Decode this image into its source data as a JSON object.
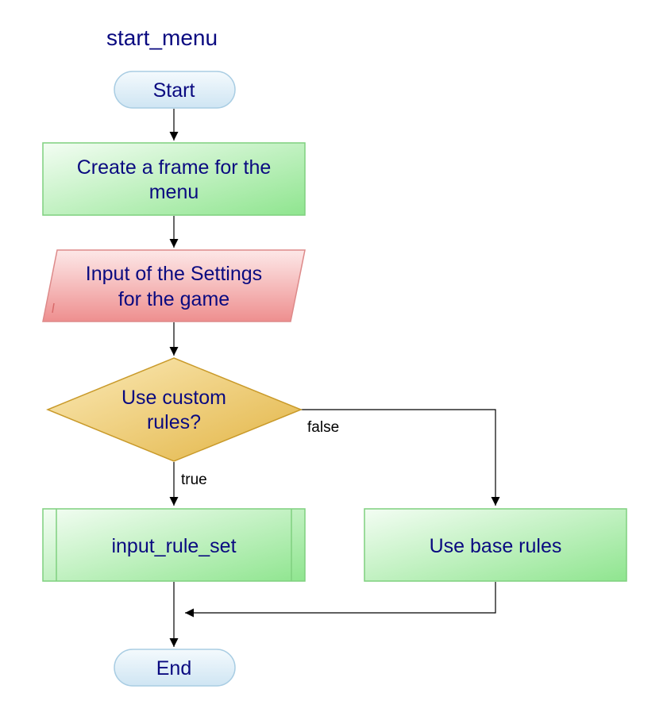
{
  "diagram": {
    "title": "start_menu",
    "nodes": {
      "start": "Start",
      "create_frame": [
        "Create a frame for the",
        "menu"
      ],
      "input_settings": [
        "Input of the Settings",
        "for the game"
      ],
      "decision": [
        "Use custom",
        "rules?"
      ],
      "input_rule_set": "input_rule_set",
      "base_rules": "Use base rules",
      "end": "End"
    },
    "edges": {
      "true_label": "true",
      "false_label": "false"
    }
  },
  "colors": {
    "text": "#0a0a80",
    "terminal_fill": "#dcedf7",
    "process_fill": "#b6f0b6",
    "io_fill": "#f3a9a9",
    "decision_fill": "#efcd78"
  }
}
